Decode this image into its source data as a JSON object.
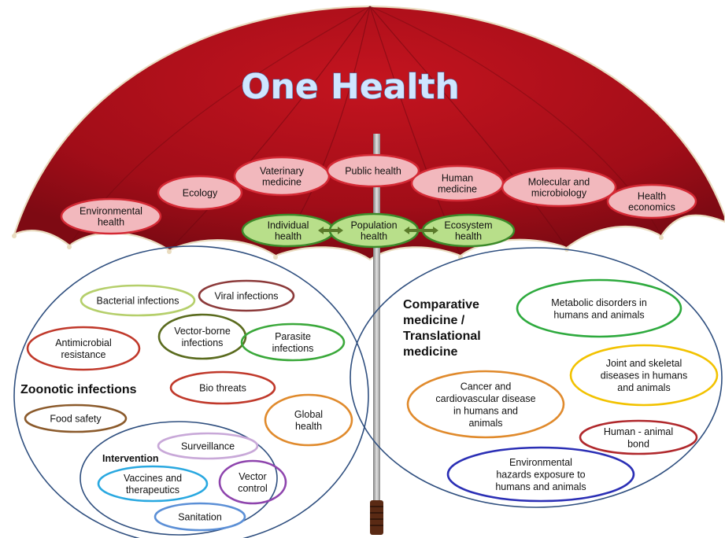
{
  "title": "One Health",
  "canopy_disciplines": [
    {
      "id": "environmental-health",
      "lines": [
        "Environmental",
        "health"
      ]
    },
    {
      "id": "ecology",
      "lines": [
        "Ecology"
      ]
    },
    {
      "id": "veterinary-medicine",
      "lines": [
        "Vaterinary",
        "medicine"
      ]
    },
    {
      "id": "public-health",
      "lines": [
        "Public health"
      ]
    },
    {
      "id": "human-medicine",
      "lines": [
        "Human",
        "medicine"
      ]
    },
    {
      "id": "molecular-microbiology",
      "lines": [
        "Molecular and",
        "microbiology"
      ]
    },
    {
      "id": "health-economics",
      "lines": [
        "Health",
        "economics"
      ]
    }
  ],
  "health_levels": [
    {
      "id": "individual-health",
      "lines": [
        "Individual",
        "health"
      ]
    },
    {
      "id": "population-health",
      "lines": [
        "Population",
        "health"
      ]
    },
    {
      "id": "ecosystem-health",
      "lines": [
        "Ecosystem",
        "health"
      ]
    }
  ],
  "zoonotic": {
    "heading": "Zoonotic infections",
    "items": [
      {
        "id": "bacterial-infections",
        "lines": [
          "Bacterial infections"
        ],
        "color": "#b5cf6b"
      },
      {
        "id": "viral-infections",
        "lines": [
          "Viral infections"
        ],
        "color": "#8c3a3a"
      },
      {
        "id": "vector-borne-infections",
        "lines": [
          "Vector-borne",
          "infections"
        ],
        "color": "#5a6b1e"
      },
      {
        "id": "parasite-infections",
        "lines": [
          "Parasite",
          "infections"
        ],
        "color": "#3aa83a"
      },
      {
        "id": "antimicrobial-resistance",
        "lines": [
          "Antimicrobial",
          "resistance"
        ],
        "color": "#c0392b"
      },
      {
        "id": "bio-threats",
        "lines": [
          "Bio threats"
        ],
        "color": "#c0392b"
      },
      {
        "id": "food-safety",
        "lines": [
          "Food safety"
        ],
        "color": "#8b5a2b"
      },
      {
        "id": "global-health",
        "lines": [
          "Global",
          "health"
        ],
        "color": "#e08a2c"
      }
    ],
    "intervention": {
      "heading": "Intervention",
      "items": [
        {
          "id": "surveillance",
          "lines": [
            "Surveillance"
          ],
          "color": "#c8a8d8"
        },
        {
          "id": "vaccines-therapeutics",
          "lines": [
            "Vaccines and",
            "therapeutics"
          ],
          "color": "#29a8e0"
        },
        {
          "id": "vector-control",
          "lines": [
            "Vector",
            "control"
          ],
          "color": "#8e44ad"
        },
        {
          "id": "sanitation",
          "lines": [
            "Sanitation"
          ],
          "color": "#5b8fd6"
        }
      ]
    }
  },
  "comparative": {
    "heading": [
      "Comparative",
      "medicine /",
      "Translational",
      "medicine"
    ],
    "items": [
      {
        "id": "metabolic-disorders",
        "lines": [
          "Metabolic disorders in",
          "humans and animals"
        ],
        "color": "#2eaa3e"
      },
      {
        "id": "joint-skeletal-diseases",
        "lines": [
          "Joint and skeletal",
          "diseases in humans",
          "and animals"
        ],
        "color": "#f2c200"
      },
      {
        "id": "cancer-cardiovascular",
        "lines": [
          "Cancer and",
          "cardiovascular disease",
          "in humans and",
          "animals"
        ],
        "color": "#e08a2c"
      },
      {
        "id": "human-animal-bond",
        "lines": [
          "Human - animal",
          "bond"
        ],
        "color": "#b0282c"
      },
      {
        "id": "environmental-hazards",
        "lines": [
          "Environmental",
          "hazards exposure to",
          "humans and animals"
        ],
        "color": "#2b2fb5"
      }
    ]
  },
  "colors": {
    "canopy": "#a8101c",
    "canopy_dark": "#7a0a12",
    "discipline_fill": "#f2b8bd",
    "discipline_stroke": "#d42a35",
    "level_fill": "#b8df8a",
    "level_stroke": "#3c8a2a",
    "circle_stroke": "#2f4f7f"
  }
}
